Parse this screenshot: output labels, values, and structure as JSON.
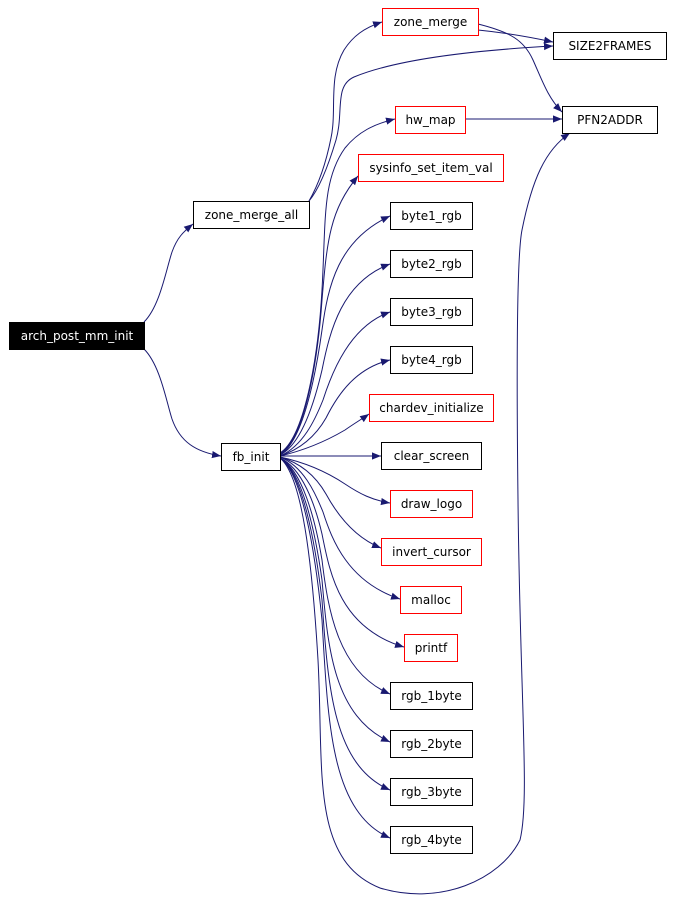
{
  "graph": {
    "colors": {
      "edge": "#191970",
      "root_fill": "#000000",
      "root_text": "#ffffff",
      "node_border_black": "#000000",
      "node_border_red": "#ff0000",
      "node_fill": "#ffffff",
      "node_text": "#000000"
    },
    "nodes": {
      "arch_post_mm_init": {
        "label": "arch_post_mm_init",
        "style": "root"
      },
      "zone_merge_all": {
        "label": "zone_merge_all",
        "style": "black"
      },
      "fb_init": {
        "label": "fb_init",
        "style": "black"
      },
      "zone_merge": {
        "label": "zone_merge",
        "style": "red"
      },
      "SIZE2FRAMES": {
        "label": "SIZE2FRAMES",
        "style": "black"
      },
      "hw_map": {
        "label": "hw_map",
        "style": "red"
      },
      "PFN2ADDR": {
        "label": "PFN2ADDR",
        "style": "black"
      },
      "sysinfo_set_item_val": {
        "label": "sysinfo_set_item_val",
        "style": "red"
      },
      "byte1_rgb": {
        "label": "byte1_rgb",
        "style": "black"
      },
      "byte2_rgb": {
        "label": "byte2_rgb",
        "style": "black"
      },
      "byte3_rgb": {
        "label": "byte3_rgb",
        "style": "black"
      },
      "byte4_rgb": {
        "label": "byte4_rgb",
        "style": "black"
      },
      "chardev_initialize": {
        "label": "chardev_initialize",
        "style": "red"
      },
      "clear_screen": {
        "label": "clear_screen",
        "style": "black"
      },
      "draw_logo": {
        "label": "draw_logo",
        "style": "red"
      },
      "invert_cursor": {
        "label": "invert_cursor",
        "style": "red"
      },
      "malloc": {
        "label": "malloc",
        "style": "red"
      },
      "printf": {
        "label": "printf",
        "style": "red"
      },
      "rgb_1byte": {
        "label": "rgb_1byte",
        "style": "black"
      },
      "rgb_2byte": {
        "label": "rgb_2byte",
        "style": "black"
      },
      "rgb_3byte": {
        "label": "rgb_3byte",
        "style": "black"
      },
      "rgb_4byte": {
        "label": "rgb_4byte",
        "style": "black"
      }
    },
    "edges": [
      [
        "arch_post_mm_init",
        "zone_merge_all"
      ],
      [
        "arch_post_mm_init",
        "fb_init"
      ],
      [
        "zone_merge_all",
        "zone_merge"
      ],
      [
        "zone_merge_all",
        "SIZE2FRAMES"
      ],
      [
        "zone_merge",
        "SIZE2FRAMES"
      ],
      [
        "zone_merge",
        "PFN2ADDR"
      ],
      [
        "hw_map",
        "PFN2ADDR"
      ],
      [
        "fb_init",
        "hw_map"
      ],
      [
        "fb_init",
        "sysinfo_set_item_val"
      ],
      [
        "fb_init",
        "byte1_rgb"
      ],
      [
        "fb_init",
        "byte2_rgb"
      ],
      [
        "fb_init",
        "byte3_rgb"
      ],
      [
        "fb_init",
        "byte4_rgb"
      ],
      [
        "fb_init",
        "chardev_initialize"
      ],
      [
        "fb_init",
        "clear_screen"
      ],
      [
        "fb_init",
        "draw_logo"
      ],
      [
        "fb_init",
        "invert_cursor"
      ],
      [
        "fb_init",
        "malloc"
      ],
      [
        "fb_init",
        "printf"
      ],
      [
        "fb_init",
        "rgb_1byte"
      ],
      [
        "fb_init",
        "rgb_2byte"
      ],
      [
        "fb_init",
        "rgb_3byte"
      ],
      [
        "fb_init",
        "rgb_4byte"
      ],
      [
        "fb_init",
        "PFN2ADDR"
      ]
    ]
  }
}
